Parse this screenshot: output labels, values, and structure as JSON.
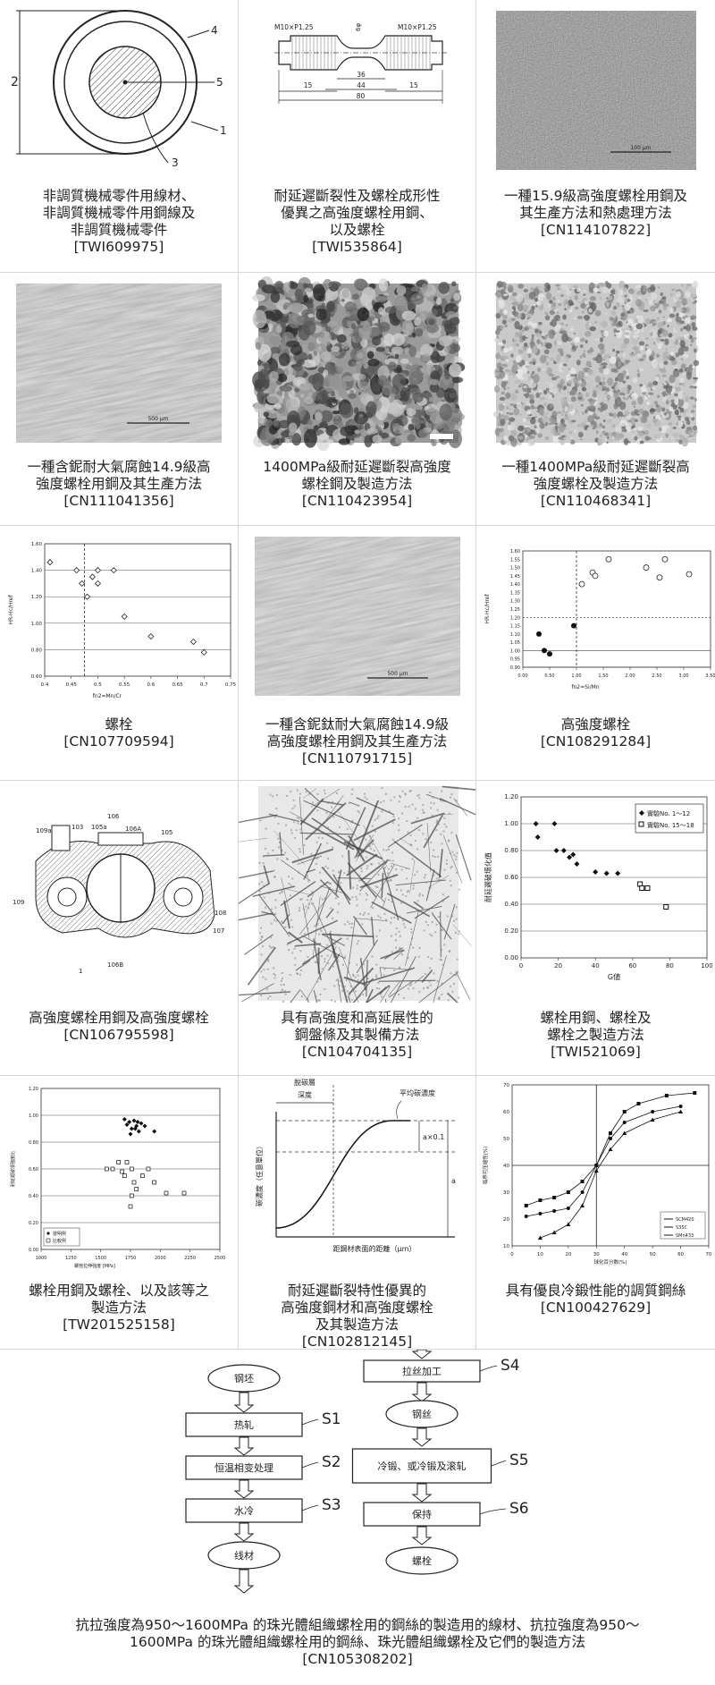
{
  "items": [
    {
      "lines": [
        "非調質機械零件用線材、",
        "非調質機械零件用鋼線及",
        "非調質機械零件"
      ],
      "id": "[TWI609975]"
    },
    {
      "lines": [
        "耐延遲斷裂性及螺栓成形性",
        "優異之高強度螺栓用鋼、",
        "以及螺栓"
      ],
      "id": "[TWI535864]"
    },
    {
      "lines": [
        "一種15.9級高強度螺栓用鋼及",
        "其生產方法和熱處理方法"
      ],
      "id": "[CN114107822]"
    },
    {
      "lines": [
        "一種含鈮耐大氣腐蝕14.9級高",
        "強度螺栓用鋼及其生產方法"
      ],
      "id": "[CN111041356]"
    },
    {
      "lines": [
        "1400MPa級耐延遲斷裂高強度",
        "螺栓鋼及製造方法"
      ],
      "id": "[CN110423954]"
    },
    {
      "lines": [
        "一種1400MPa級耐延遲斷裂高",
        "強度螺栓及製造方法"
      ],
      "id": "[CN110468341]"
    },
    {
      "lines": [
        "螺栓"
      ],
      "id": "[CN107709594]"
    },
    {
      "lines": [
        "一種含鈮鈦耐大氣腐蝕14.9級",
        "高強度螺栓用鋼及其生產方法"
      ],
      "id": "[CN110791715]"
    },
    {
      "lines": [
        "高強度螺栓"
      ],
      "id": "[CN108291284]"
    },
    {
      "lines": [
        "高強度螺栓用鋼及高強度螺栓"
      ],
      "id": "[CN106795598]"
    },
    {
      "lines": [
        "具有高強度和高延展性的",
        "鋼盤條及其製備方法"
      ],
      "id": "[CN104704135]"
    },
    {
      "lines": [
        "螺栓用鋼、螺栓及",
        "螺栓之製造方法"
      ],
      "id": "[TWI521069]"
    },
    {
      "lines": [
        "螺栓用鋼及螺栓、以及該等之",
        "製造方法"
      ],
      "id": "[TW201525158]"
    },
    {
      "lines": [
        "耐延遲斷裂特性優異的",
        "高強度鋼材和高強度螺栓",
        "及其製造方法"
      ],
      "id": "[CN102812145]"
    },
    {
      "lines": [
        "具有優良冷鍛性能的調質鋼絲"
      ],
      "id": "[CN100427629]"
    },
    {
      "lines": [
        "抗拉強度為950～1600MPa 的珠光體組織螺栓用的鋼絲的製造用的線材、抗拉強度為950～",
        "1600MPa 的珠光體組織螺栓用的鋼絲、珠光體組織螺栓及它們的製造方法"
      ],
      "id": "[CN105308202]"
    }
  ],
  "fig1": {
    "labels": [
      "2",
      "4",
      "5",
      "1",
      "3"
    ]
  },
  "fig2": {
    "labels": [
      "M10×P1.25",
      "M10×P1.25",
      "6φ",
      "36",
      "44",
      "80",
      "15",
      "15"
    ]
  },
  "micro_scale": {
    "a": "100 μm",
    "b": "500 μm"
  },
  "chart_a": {
    "ylabel": "HR-Hc/Href",
    "xlabel": "fn2=Mn/Cr",
    "yticks": [
      "1.60",
      "1.40",
      "1.20",
      "1.00",
      "0.80",
      "0.60"
    ],
    "xticks": [
      "0.4",
      "0.45",
      "0.5",
      "0.55",
      "0.6",
      "0.65",
      "0.7",
      "0.75"
    ]
  },
  "chart_b": {
    "ylabel": "HR-Hc/Href",
    "xlabel": "fn2=Si/Mn",
    "yticks": [
      "1.60",
      "1.55",
      "1.50",
      "1.45",
      "1.40",
      "1.35",
      "1.30",
      "1.25",
      "1.20",
      "1.15",
      "1.10",
      "1.05",
      "1.00",
      "0.95",
      "0.90"
    ],
    "xticks": [
      "0.00",
      "0.50",
      "1.00",
      "1.50",
      "2.00",
      "2.50",
      "3.00",
      "3.50"
    ]
  },
  "chart_c": {
    "ylabel": "耐延遲破壞化值",
    "xlabel": "G値",
    "legend": [
      "實驗No. 1～12",
      "實驗No. 15～18"
    ],
    "yticks": [
      "1.20",
      "1.00",
      "0.80",
      "0.60",
      "0.40",
      "0.20",
      "0.00"
    ],
    "xticks": [
      "0",
      "20",
      "40",
      "60",
      "80",
      "100"
    ]
  },
  "chart_d": {
    "ylabel": "耐延遲破壞強度比",
    "xlabel": "螺栓拉伸強度 [MPa]",
    "legend": [
      "發明例",
      "比較例"
    ],
    "yticks": [
      "1.20",
      "1.00",
      "0.80",
      "0.60",
      "0.40",
      "0.20",
      "0.00"
    ],
    "xticks": [
      "1000",
      "1250",
      "1500",
      "1750",
      "2000",
      "2250",
      "2500"
    ]
  },
  "chart_e": {
    "t1": "脫碳層",
    "t2": "深度",
    "avg": "平均碳濃度",
    "ylabel": "碳濃度（任意單位）",
    "xlabel": "距鋼材表面的距離（μm）",
    "ax": "a×0.1",
    "a": "a"
  },
  "chart_f": {
    "ylabel": "临界可压缩性(%)",
    "xlabel": "球化百分数(%)",
    "legend": [
      "SCM420",
      "S35C",
      "SMn433"
    ],
    "yticks": [
      "70",
      "60",
      "50",
      "40",
      "30",
      "20",
      "10"
    ],
    "xticks": [
      "0",
      "10",
      "20",
      "30",
      "40",
      "50",
      "60",
      "70"
    ]
  },
  "flow": {
    "left": [
      "钢坯",
      "热轧",
      "恒温相变处理",
      "水冷",
      "线材"
    ],
    "right": [
      "拉丝加工",
      "钢丝",
      "冷锻、或冷锻及滚轧",
      "保持",
      "螺栓"
    ],
    "steps": [
      "S1",
      "S2",
      "S3",
      "S4",
      "S5",
      "S6"
    ]
  },
  "fig10": {
    "labels": [
      "106",
      "105a",
      "103",
      "109a",
      "106A",
      "105",
      "109",
      "108",
      "107",
      "106B",
      "1"
    ]
  }
}
